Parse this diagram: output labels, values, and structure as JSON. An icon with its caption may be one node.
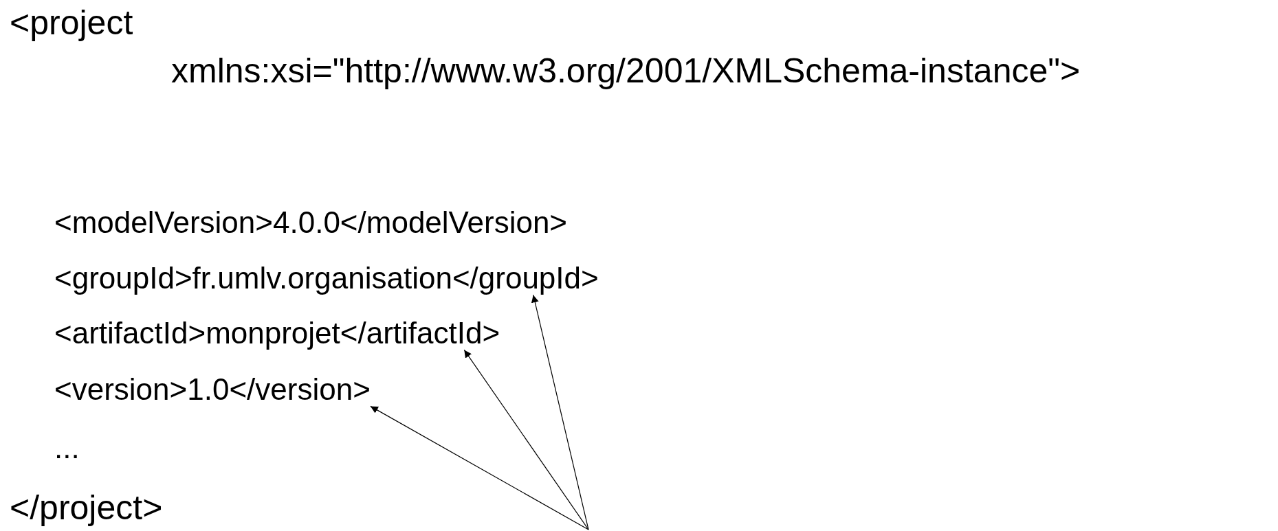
{
  "diagram": {
    "nodes": [
      {
        "text": [
          "<groupId>fr.umlv.organisation</groupId>"
        ]
      },
      {
        "text": [
          "<artifactId>monprojet</artifactId>"
        ]
      },
      {
        "text": [
          "<version>1.0</version>"
        ]
      }
    ],
    "edges": [
      {
        "from": null,
        "to": 0,
        "arrow": "to"
      },
      {
        "from": null,
        "to": 1,
        "arrow": "to"
      },
      {
        "from": null,
        "to": 2,
        "arrow": "to"
      }
    ],
    "labels": [
      "<project",
      "xmlns:xsi=\"http://www.w3.org/2001/XMLSchema-instance\">",
      "<modelVersion>4.0.0</modelVersion>",
      "...",
      "</project>"
    ]
  }
}
